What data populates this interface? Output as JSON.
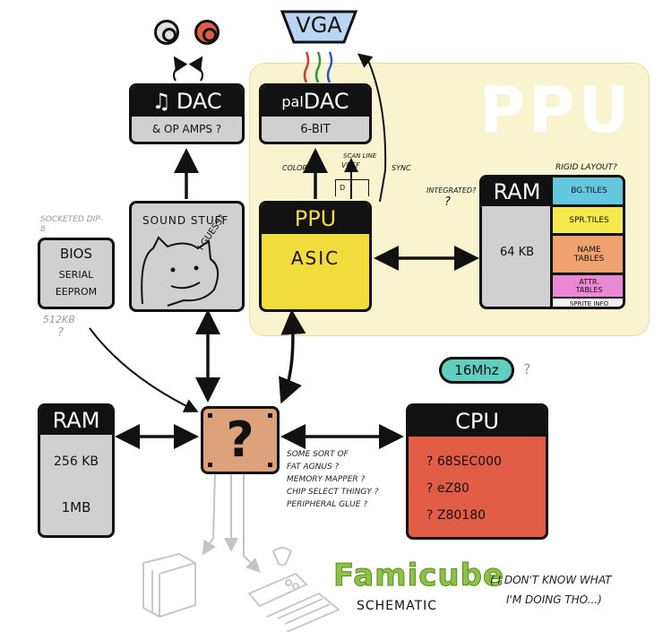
{
  "vga": "VGA",
  "ppu_region": {
    "title": "PPU"
  },
  "dac": {
    "title": "DAC",
    "note": "& OP AMPS ?"
  },
  "paldac": {
    "title_prefix": "pal",
    "title_main": "DAC",
    "note": "6-BIT"
  },
  "ppu_asic": {
    "title": "PPU",
    "body": "ASIC"
  },
  "ppu_labels": {
    "color": "COLOR",
    "scanline": "SCAN LINE",
    "vref": "VREF",
    "sync": "SYNC",
    "d": "D",
    "integrated": "INTEGRATED?",
    "q": "?"
  },
  "vram": {
    "title": "RAM",
    "size": "64 KB",
    "rigid": "RIGID LAYOUT?",
    "sections": [
      "BG.TILES",
      "SPR.TILES",
      "NAME TABLES",
      "ATTR. TABLES",
      "SPRITE INFO"
    ]
  },
  "sound": {
    "line1": "SOUND STUFF",
    "line2": "I GUESS?"
  },
  "bios": {
    "socketed": "SOCKETED DIP-8",
    "title": "BIOS",
    "line1": "SERIAL",
    "line2": "EEPROM",
    "size": "512KB",
    "q": "?"
  },
  "main_ram": {
    "title": "RAM",
    "from": "256 KB",
    "to": "1MB"
  },
  "mystery": {
    "glyph": "?"
  },
  "clock": {
    "label": "16Mhz",
    "q": "?"
  },
  "cpu": {
    "title": "CPU",
    "options": [
      "? 68SEC000",
      "? eZ80",
      "? Z80180"
    ]
  },
  "notes": [
    "SOME SORT OF",
    "FAT AGNUS ?",
    "MEMORY MAPPER ?",
    "CHIP SELECT THINGY ?",
    "PERIPHERAL GLUE ?"
  ],
  "brand": {
    "name": "Famicube",
    "sub": "SCHEMATIC"
  },
  "aside": {
    "line1": "( I DON'T KNOW WHAT",
    "line2": "I'M DOING THO...)"
  },
  "colors": {
    "ppu_bg": "#f8f4cf",
    "ppu_yellow": "#f0dc3a",
    "cpu_red": "#e15d45",
    "mystery_orange": "#dea27b",
    "box_grey": "#d0d0d0",
    "clock_teal": "#5fd0bf",
    "bg_tiles": "#63c7e0",
    "spr_tiles": "#f4ea4b",
    "name_tables": "#efa16e",
    "attr_tables": "#ea88d6",
    "brand_green": "#8bc440"
  }
}
